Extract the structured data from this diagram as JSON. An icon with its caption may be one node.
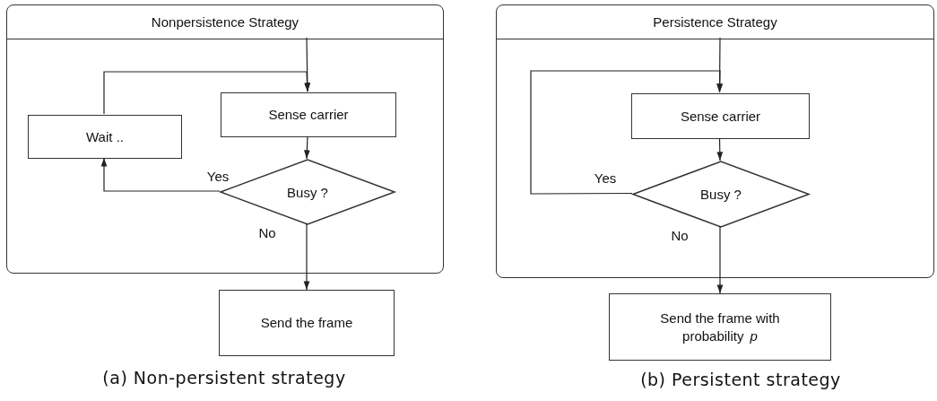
{
  "diagram": {
    "nodes": [
      {
        "text": [
          "Nonpersistence Strategy"
        ]
      },
      {
        "text": [
          "Wait .."
        ],
        "in": 0
      },
      {
        "text": [
          "Sense carrier"
        ],
        "in": 0
      },
      {
        "text": [
          "Busy ?"
        ],
        "in": 0
      },
      {
        "text": [
          "Send the frame"
        ]
      },
      {
        "text": [
          "Persistence Strategy"
        ]
      },
      {
        "text": [
          "Sense carrier"
        ],
        "in": 5
      },
      {
        "text": [
          "Busy ?"
        ],
        "in": 5
      },
      {
        "text": [
          "Send the frame with probability *p*"
        ]
      }
    ],
    "edges": [
      {
        "from": null,
        "to": 2,
        "arrow": "to"
      },
      {
        "from": 2,
        "to": 3,
        "arrow": "to"
      },
      {
        "from": 3,
        "to": 1,
        "arrow": "to",
        "label": "Yes"
      },
      {
        "from": 1,
        "to": 2,
        "arrow": "to"
      },
      {
        "from": 3,
        "to": 4,
        "arrow": "to",
        "label": "No"
      },
      {
        "from": null,
        "to": 6,
        "arrow": "to"
      },
      {
        "from": 6,
        "to": 7,
        "arrow": "to"
      },
      {
        "from": 7,
        "to": 6,
        "arrow": "to",
        "label": "Yes"
      },
      {
        "from": 7,
        "to": 8,
        "arrow": "to",
        "label": "No"
      }
    ],
    "labels": [
      "(a) Non-persistent strategy",
      "(b) Persistent strategy"
    ]
  }
}
